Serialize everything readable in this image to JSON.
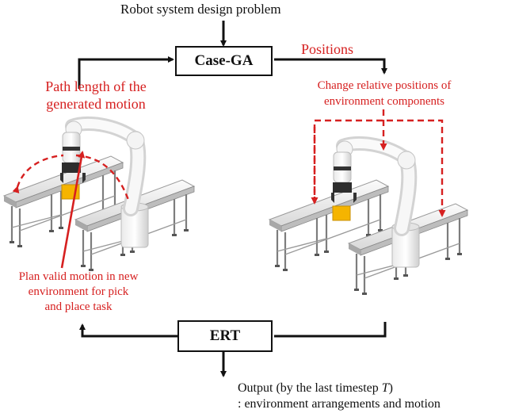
{
  "title": "Robot system design problem",
  "case_ga": {
    "label": "Case-GA"
  },
  "ert": {
    "label": "ERT"
  },
  "positions_label": "Positions",
  "path_length": {
    "line1": "Path length of the",
    "line2": "generated motion"
  },
  "change_positions": {
    "line1": "Change relative positions of",
    "line2": "environment components"
  },
  "plan_motion": {
    "line1": "Plan valid motion in new",
    "line2": "environment for pick",
    "line3": "and place task"
  },
  "output": {
    "line1_prefix": "Output (by the last timestep ",
    "line1_var": "T",
    "line1_suffix": ")",
    "line2": ": environment arrangements and motion"
  },
  "colors": {
    "arrow": "#111111",
    "annotation": "#d62020",
    "object": "#f5b400"
  },
  "icons": [
    "robot-arm-icon",
    "conveyor-belt-icon",
    "yellow-box-icon"
  ]
}
